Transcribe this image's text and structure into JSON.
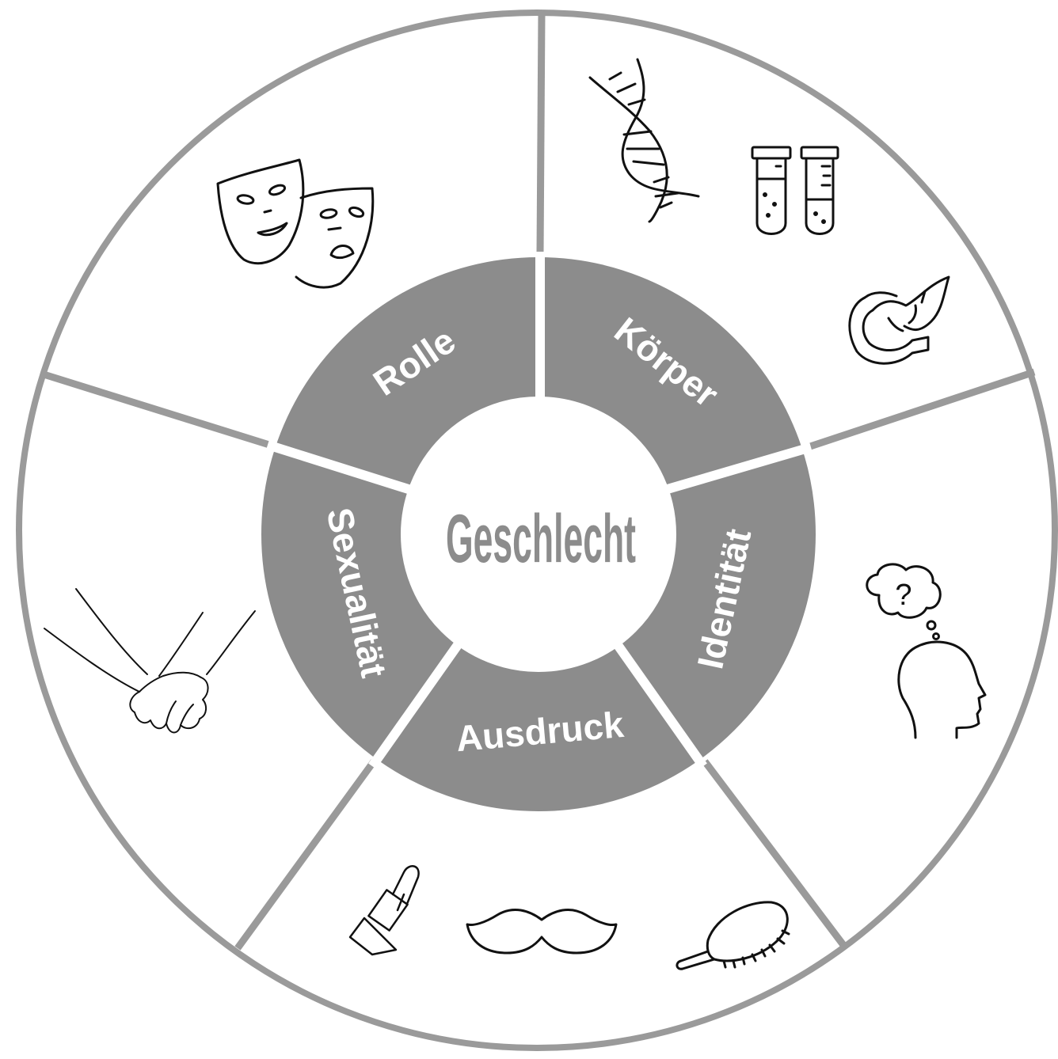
{
  "diagram": {
    "center_label": "Geschlecht",
    "segments": [
      {
        "label": "Rolle",
        "icons": [
          "theater-masks-icon"
        ]
      },
      {
        "label": "Körper",
        "icons": [
          "dna-icon",
          "test-tubes-icon",
          "pancreas-icon"
        ]
      },
      {
        "label": "Identität",
        "icons": [
          "thinking-head-icon"
        ]
      },
      {
        "label": "Ausdruck",
        "icons": [
          "lipstick-icon",
          "mustache-icon",
          "hairbrush-icon"
        ]
      },
      {
        "label": "Sexualität",
        "icons": [
          "holding-hands-icon"
        ]
      }
    ]
  },
  "colors": {
    "ring": "#8c8c8c",
    "outline": "#9a9a9a",
    "background": "#ffffff",
    "label_on_ring": "#ffffff",
    "center_text": "#8c8c8c",
    "icon_stroke": "#111111"
  },
  "icons": {
    "question_mark": "?"
  }
}
